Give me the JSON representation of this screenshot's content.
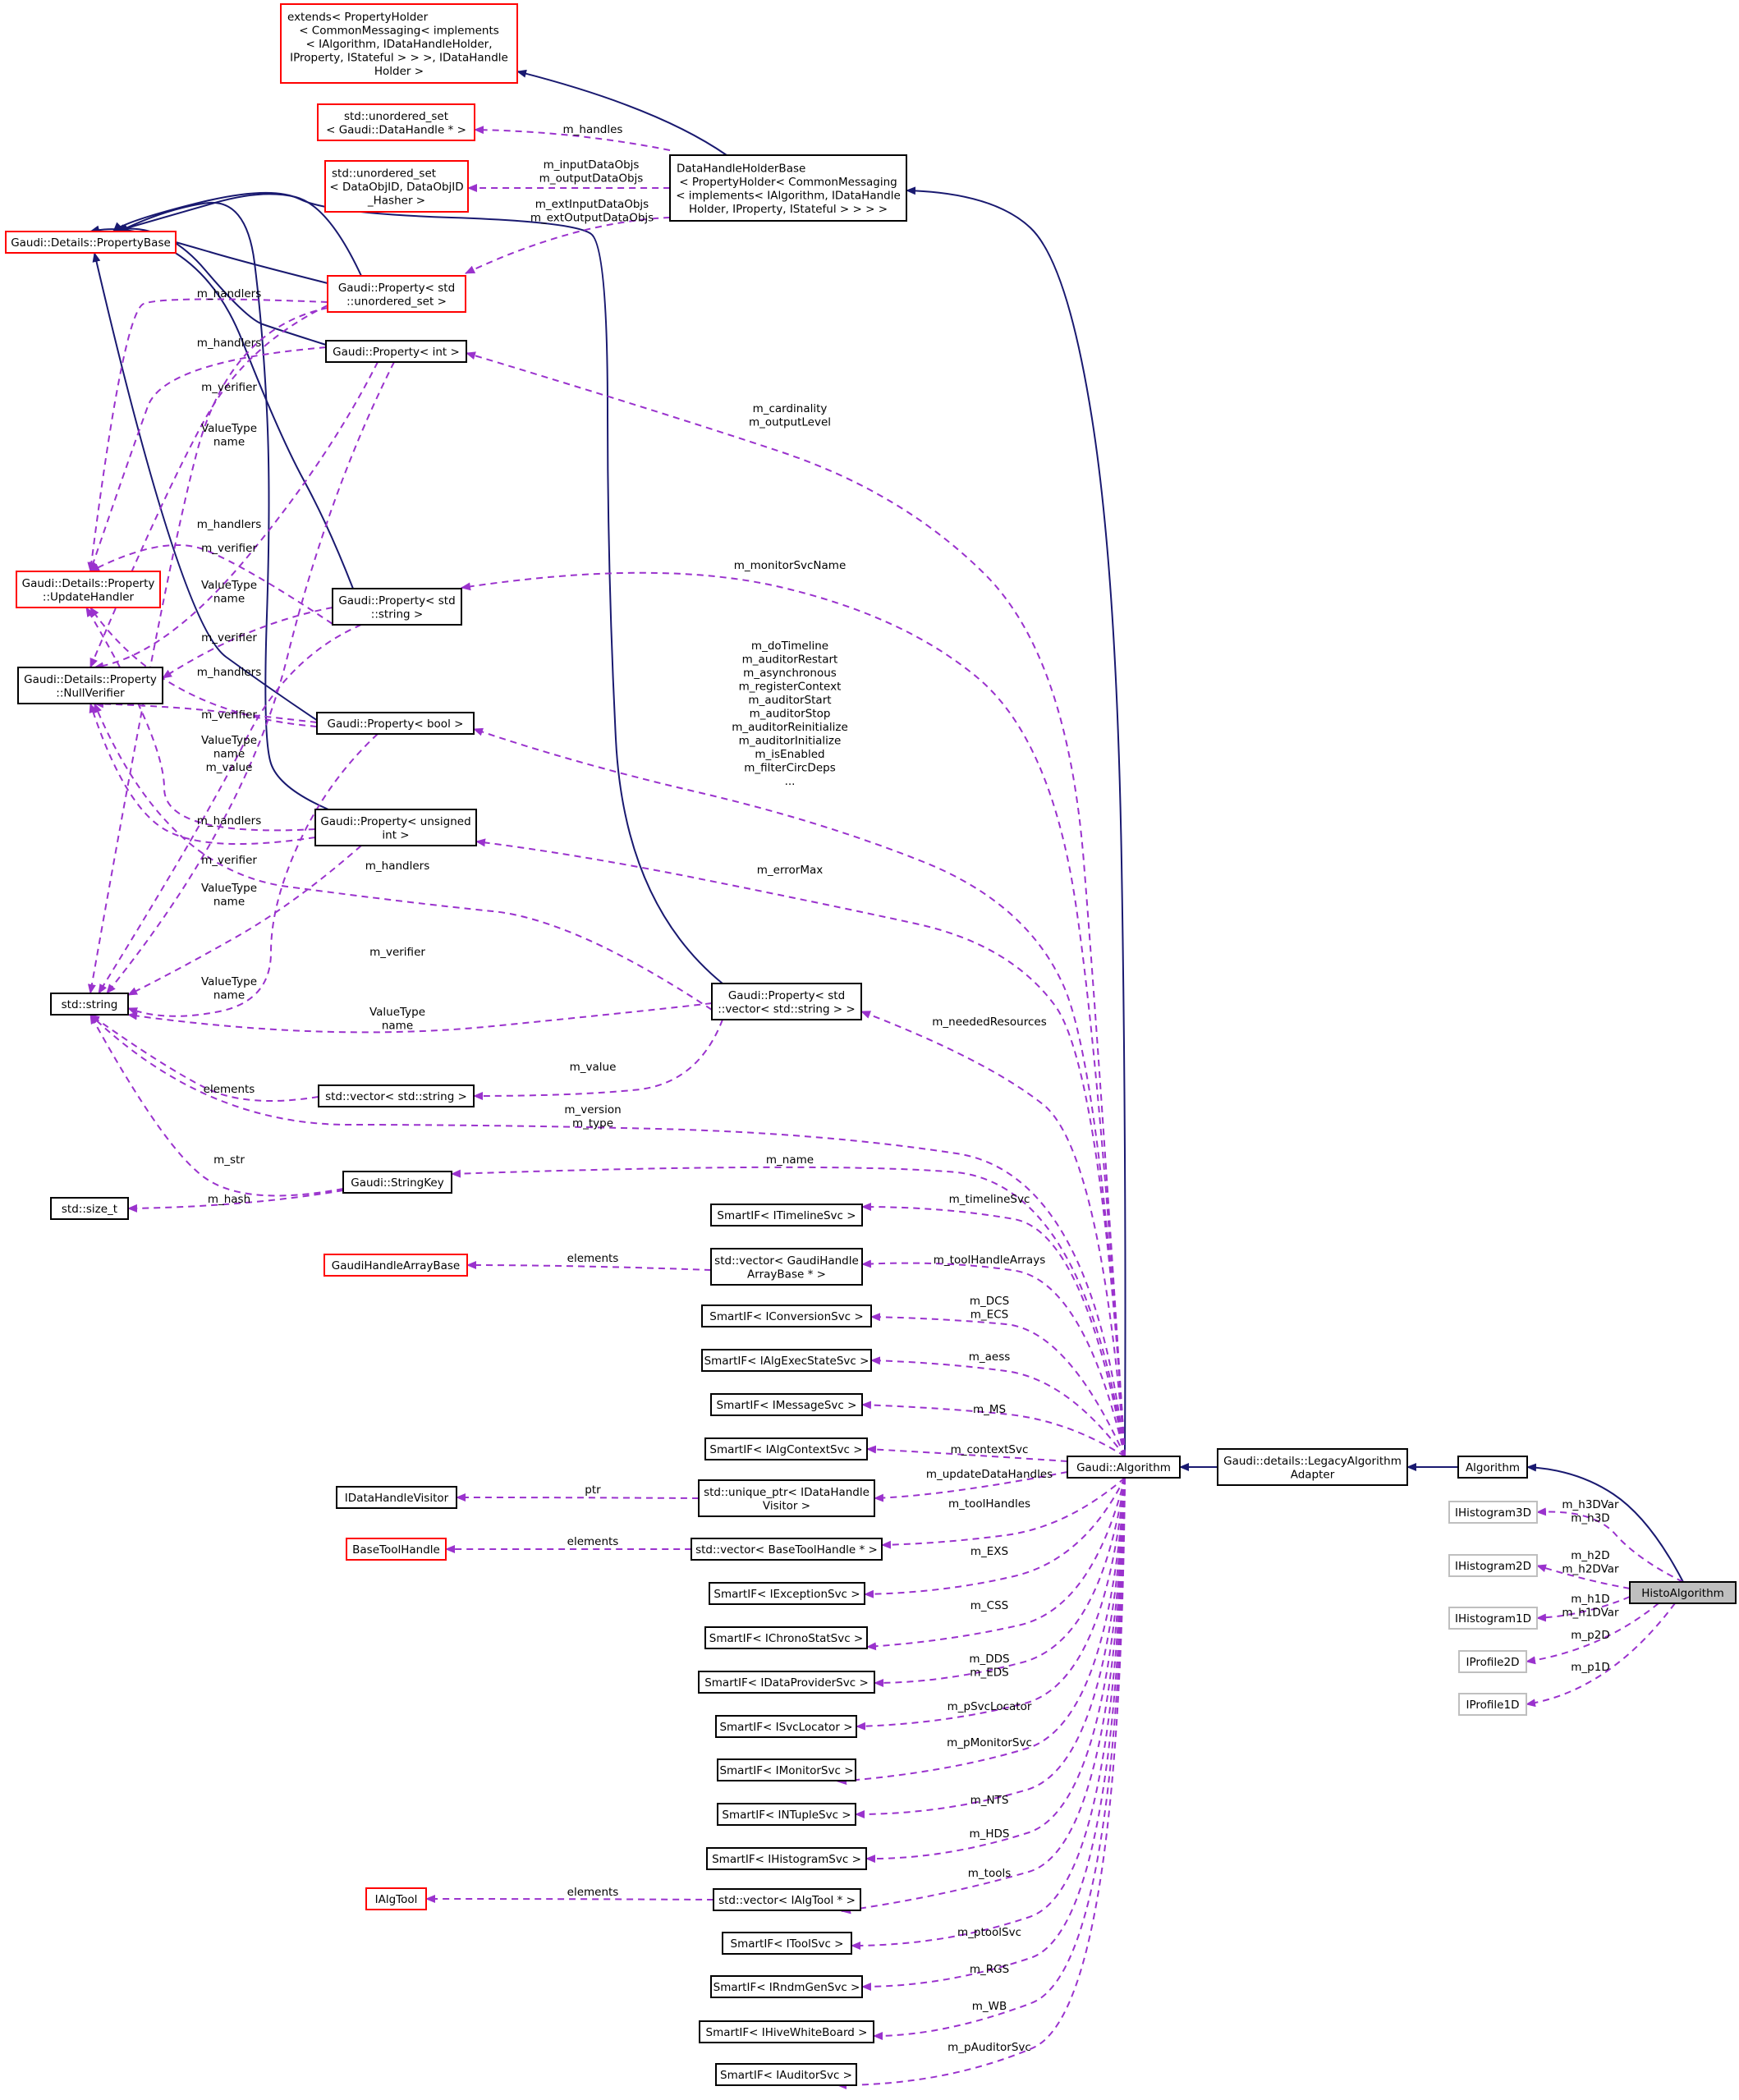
{
  "colors": {
    "inheritance_edge": "#191970",
    "usage_edge": "#9a32cd",
    "node_border_documented": "#000000",
    "node_border_undocumented": "#ff0000",
    "node_border_external": "#bfbfbf",
    "focus_node_fill": "#bfbfbf"
  },
  "nodes": {
    "propertyholder": [
      "extends< PropertyHolder",
      "< CommonMessaging< implements",
      "< IAlgorithm, IDataHandleHolder,",
      "IProperty, IStateful > > >, IDataHandle",
      "Holder >"
    ],
    "unordered_dh": [
      "std::unordered_set",
      "< Gaudi::DataHandle * >"
    ],
    "unordered_dataobj": [
      "std::unordered_set",
      "< DataObjID, DataObjID",
      "_Hasher >"
    ],
    "dhholderbase": [
      "DataHandleHolderBase",
      "< PropertyHolder< CommonMessaging",
      "< implements< IAlgorithm, IDataHandle",
      "Holder, IProperty, IStateful > > > >"
    ],
    "propertybase": [
      "Gaudi::Details::PropertyBase"
    ],
    "prop_unordered": [
      "Gaudi::Property< std",
      "::unordered_set >"
    ],
    "prop_int": [
      "Gaudi::Property< int >"
    ],
    "updatehandler": [
      "Gaudi::Details::Property",
      "::UpdateHandler"
    ],
    "nullverifier": [
      "Gaudi::Details::Property",
      "::NullVerifier"
    ],
    "prop_string": [
      "Gaudi::Property< std",
      "::string >"
    ],
    "prop_bool": [
      "Gaudi::Property< bool >"
    ],
    "prop_unsigned": [
      "Gaudi::Property< unsigned",
      "int >"
    ],
    "stdstring": [
      "std::string"
    ],
    "prop_vecstring": [
      "Gaudi::Property< std",
      "::vector< std::string > >"
    ],
    "vecstring": [
      "std::vector< std::string >"
    ],
    "stringkey": [
      "Gaudi::StringKey"
    ],
    "sizet": [
      "std::size_t"
    ],
    "sif_timeline": [
      "SmartIF< ITimelineSvc >"
    ],
    "ghab": [
      "GaudiHandleArrayBase"
    ],
    "vec_ghab": [
      "std::vector< GaudiHandle",
      "ArrayBase * >"
    ],
    "sif_conversion": [
      "SmartIF< IConversionSvc >"
    ],
    "sif_algexec": [
      "SmartIF< IAlgExecStateSvc >"
    ],
    "sif_message": [
      "SmartIF< IMessageSvc >"
    ],
    "sif_algcontext": [
      "SmartIF< IAlgContextSvc >"
    ],
    "dhvisitor": [
      "IDataHandleVisitor"
    ],
    "uptr_visitor": [
      "std::unique_ptr< IDataHandle",
      "Visitor >"
    ],
    "basetoolhandle": [
      "BaseToolHandle"
    ],
    "vec_basetool": [
      "std::vector< BaseToolHandle * >"
    ],
    "sif_exception": [
      "SmartIF< IExceptionSvc >"
    ],
    "sif_chrono": [
      "SmartIF< IChronoStatSvc >"
    ],
    "sif_dataprovider": [
      "SmartIF< IDataProviderSvc >"
    ],
    "sif_svclocator": [
      "SmartIF< ISvcLocator >"
    ],
    "sif_monitor": [
      "SmartIF< IMonitorSvc >"
    ],
    "sif_ntuple": [
      "SmartIF< INTupleSvc >"
    ],
    "sif_histogram": [
      "SmartIF< IHistogramSvc >"
    ],
    "ialgtool": [
      "IAlgTool"
    ],
    "vec_ialgtool": [
      "std::vector< IAlgTool * >"
    ],
    "sif_tool": [
      "SmartIF< IToolSvc >"
    ],
    "sif_rndm": [
      "SmartIF< IRndmGenSvc >"
    ],
    "sif_hivewb": [
      "SmartIF< IHiveWhiteBoard >"
    ],
    "sif_auditor": [
      "SmartIF< IAuditorSvc >"
    ],
    "gaudi_algorithm": [
      "Gaudi::Algorithm"
    ],
    "legacy": [
      "Gaudi::details::LegacyAlgorithm",
      "Adapter"
    ],
    "algorithm": [
      "Algorithm"
    ],
    "ihisto3d": [
      "IHistogram3D"
    ],
    "ihisto2d": [
      "IHistogram2D"
    ],
    "ihisto1d": [
      "IHistogram1D"
    ],
    "iprofile2d": [
      "IProfile2D"
    ],
    "iprofile1d": [
      "IProfile1D"
    ],
    "histoalgorithm": [
      "HistoAlgorithm"
    ]
  },
  "edge_labels": {
    "m_handles": [
      "m_handles"
    ],
    "m_inout": [
      "m_inputDataObjs",
      "m_outputDataObjs"
    ],
    "m_extinout": [
      "m_extInputDataObjs",
      "m_extOutputDataObjs"
    ],
    "m_handlers_1": [
      "m_handlers"
    ],
    "m_handlers_2": [
      "m_handlers"
    ],
    "m_verifier_1": [
      "m_verifier"
    ],
    "valuetype_1": [
      "ValueType",
      "name"
    ],
    "m_handlers_3": [
      "m_handlers"
    ],
    "m_verifier_2": [
      "m_verifier"
    ],
    "valuetype_2": [
      "ValueType",
      "name"
    ],
    "m_verifier_3": [
      "m_verifier"
    ],
    "m_handlers_4": [
      "m_handlers"
    ],
    "m_verifier_4": [
      "m_verifier"
    ],
    "valuetype_3": [
      "ValueType",
      "name",
      "m_value"
    ],
    "m_handlers_5": [
      "m_handlers"
    ],
    "m_verifier_5": [
      "m_verifier"
    ],
    "m_handlers_6": [
      "m_handlers"
    ],
    "valuetype_4": [
      "ValueType",
      "name"
    ],
    "m_verifier_6": [
      "m_verifier"
    ],
    "valuetype_5": [
      "ValueType",
      "name"
    ],
    "valuetype_6": [
      "ValueType",
      "name"
    ],
    "m_cardinality": [
      "m_cardinality",
      "m_outputLevel"
    ],
    "m_monitorsvcname": [
      "m_monitorSvcName"
    ],
    "m_bool_members": [
      "m_doTimeline",
      "m_auditorRestart",
      "m_asynchronous",
      "m_registerContext",
      "m_auditorStart",
      "m_auditorStop",
      "m_auditorReinitialize",
      "m_auditorInitialize",
      "m_isEnabled",
      "m_filterCircDeps",
      "..."
    ],
    "m_errormax": [
      "m_errorMax"
    ],
    "m_neededresources": [
      "m_neededResources"
    ],
    "m_value": [
      "m_value"
    ],
    "elements_1": [
      "elements"
    ],
    "m_version": [
      "m_version",
      "m_type"
    ],
    "m_str": [
      "m_str"
    ],
    "m_name": [
      "m_name"
    ],
    "m_hash": [
      "m_hash"
    ],
    "m_timelinesvc": [
      "m_timelineSvc"
    ],
    "elements_2": [
      "elements"
    ],
    "m_toolhandlearrays": [
      "m_toolHandleArrays"
    ],
    "m_dcs": [
      "m_DCS",
      "m_ECS"
    ],
    "m_aess": [
      "m_aess"
    ],
    "m_ms": [
      "m_MS"
    ],
    "m_contextsvc": [
      "m_contextSvc"
    ],
    "ptr": [
      "ptr"
    ],
    "m_updatedatahandles": [
      "m_updateDataHandles"
    ],
    "elements_3": [
      "elements"
    ],
    "m_toolhandles": [
      "m_toolHandles"
    ],
    "m_exs": [
      "m_EXS"
    ],
    "m_css": [
      "m_CSS"
    ],
    "m_dds": [
      "m_DDS",
      "m_EDS"
    ],
    "m_psvclocator": [
      "m_pSvcLocator"
    ],
    "m_pmonitorsvc": [
      "m_pMonitorSvc"
    ],
    "m_nts": [
      "m_NTS"
    ],
    "m_hds": [
      "m_HDS"
    ],
    "m_tools": [
      "m_tools"
    ],
    "elements_4": [
      "elements"
    ],
    "m_ptoolsvc": [
      "m_ptoolSvc"
    ],
    "m_rgs": [
      "m_RGS"
    ],
    "m_wb": [
      "m_WB"
    ],
    "m_pauditorsvc": [
      "m_pAuditorSvc"
    ],
    "m_h3d": [
      "m_h3DVar",
      "m_h3D"
    ],
    "m_h2d": [
      "m_h2D",
      "m_h2DVar"
    ],
    "m_h1d": [
      "m_h1D",
      "m_h1DVar"
    ],
    "m_p2d": [
      "m_p2D"
    ],
    "m_p1d": [
      "m_p1D"
    ]
  }
}
